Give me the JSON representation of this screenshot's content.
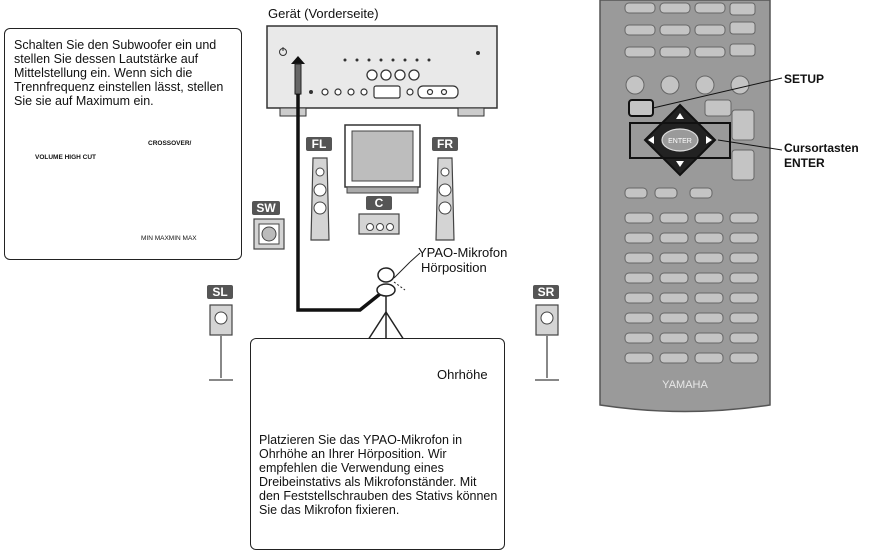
{
  "receiver": {
    "title": "Gerät (Vorderseite)"
  },
  "subwoofer_callout": {
    "text": "Schalten Sie den Subwoofer ein und stellen Sie dessen Lautstärke auf Mittelstellung ein. Wenn sich die Trennfrequenz einstellen lässt, stellen Sie sie auf Maximum ein.",
    "knob_volume_label": "VOLUME HIGH CUT",
    "knob_crossover_label": "CROSSOVER/",
    "knob_minmax_label": "MIN MAXMIN MAX"
  },
  "speakers": {
    "fl": "FL",
    "fr": "FR",
    "c": "C",
    "sw": "SW",
    "sl": "SL",
    "sr": "SR"
  },
  "microphone": {
    "label_line1": "YPAO-Mikrofon",
    "label_line2": "Hörposition"
  },
  "ear_callout": {
    "ear_label": "Ohrhöhe",
    "text": "Platzieren Sie das YPAO-Mikrofon in Ohrhöhe an Ihrer Hörposition. Wir empfehlen die Verwendung eines Dreibeinstativs als Mikrofonständer. Mit den Feststellschrauben des Stativs können Sie das Mikrofon fixieren."
  },
  "remote": {
    "setup_label": "SETUP",
    "cursor_label": "Cursortasten",
    "enter_label": "ENTER",
    "enter_button_text": "ENTER",
    "brand": "YAMAHA"
  }
}
